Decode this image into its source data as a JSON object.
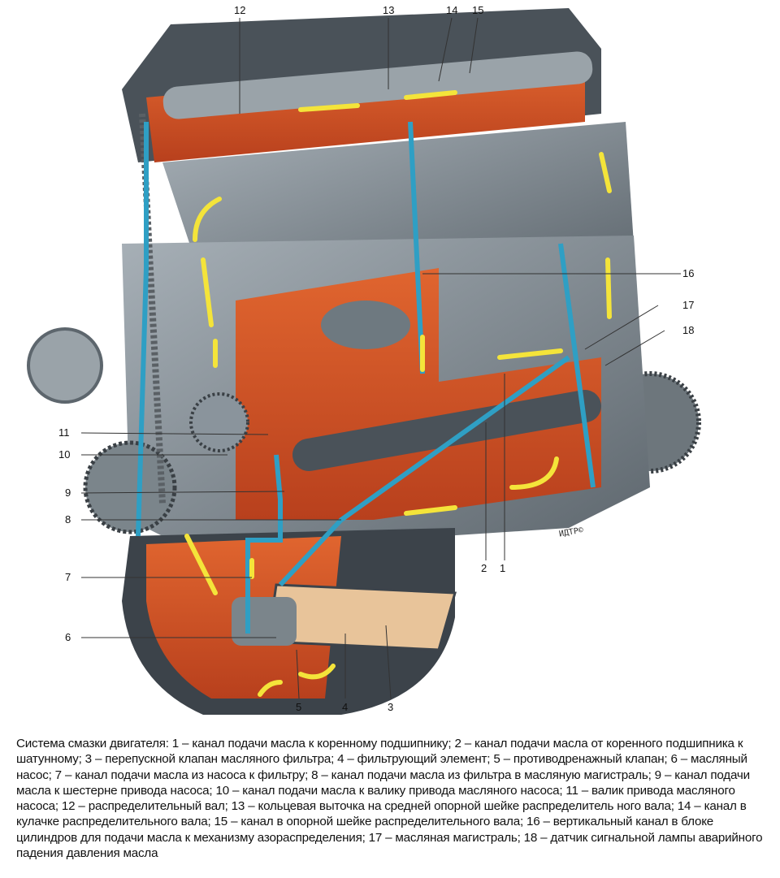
{
  "figure": {
    "callouts": [
      "1",
      "2",
      "3",
      "4",
      "5",
      "6",
      "7",
      "8",
      "9",
      "10",
      "11",
      "12",
      "13",
      "14",
      "15",
      "16",
      "17",
      "18"
    ],
    "watermark": "ИДТР©",
    "colors": {
      "block": "#8a949c",
      "oil_cavity": "#d9532a",
      "channel": "#2f9fc4",
      "arrow": "#f4e43a",
      "dark": "#3a4045"
    }
  },
  "caption": "Система смазки двигателя: 1 – канал подачи масла к коренному подшипнику; 2 – канал подачи масла от коренного подшипника к шатунному; 3 – перепускной клапан масляного фильтра; 4 – фильтрующий элемент; 5 – противодренажный клапан; 6 – масляный насос; 7 – канал подачи масла из насоса к фильтру; 8 – канал подачи масла из фильтра в масляную магистраль; 9 – канал подачи масла к шестерне привода насоса; 10 – канал подачи масла к валику привода масляного насоса; 11 – валик привода масляного насоса; 12 – распределительный вал; 13 – кольцевая выточка на средней опорной шейке распределитель ного вала; 14 – канал в кулачке распределительного вала; 15 – канал в опорной шейке распределительного вала; 16 – вертикальный канал в блоке цилиндров для подачи масла к механизму азораспределения; 17 – масляная магистраль; 18 – датчик сигнальной лампы аварийного падения давления масла"
}
